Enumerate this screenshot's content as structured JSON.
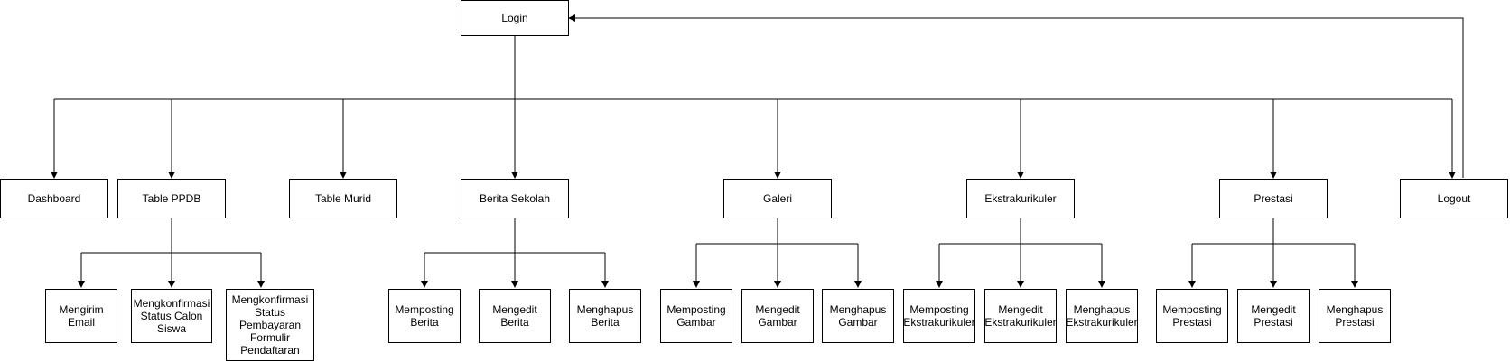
{
  "nodes": {
    "login": "Login",
    "dashboard": "Dashboard",
    "table_ppdb": "Table PPDB",
    "table_murid": "Table Murid",
    "berita_sekolah": "Berita Sekolah",
    "galeri": "Galeri",
    "ekstrakurikuler": "Ekstrakurikuler",
    "prestasi": "Prestasi",
    "logout": "Logout",
    "mengirim_email": "Mengirim\nEmail",
    "konfirmasi_status": "Mengkonfirmasi\nStatus Calon\nSiswa",
    "konfirmasi_pembayaran": "Mengkonfirmasi\nStatus\nPembayaran\nFormulir\nPendaftaran",
    "memposting_berita": "Memposting\nBerita",
    "mengedit_berita": "Mengedit\nBerita",
    "menghapus_berita": "Menghapus\nBerita",
    "memposting_gambar": "Memposting\nGambar",
    "mengedit_gambar": "Mengedit\nGambar",
    "menghapus_gambar": "Menghapus\nGambar",
    "memposting_ekstra": "Memposting\nEkstrakurikuler",
    "mengedit_ekstra": "Mengedit\nEkstrakurikuler",
    "menghapus_ekstra": "Menghapus\nEkstrakurikuler",
    "memposting_prestasi": "Memposting\nPrestasi",
    "mengedit_prestasi": "Mengedit\nPrestasi",
    "menghapus_prestasi": "Menghapus\nPrestasi"
  },
  "colors": {
    "line": "#000000",
    "box_border": "#000000",
    "background": "#ffffff"
  }
}
